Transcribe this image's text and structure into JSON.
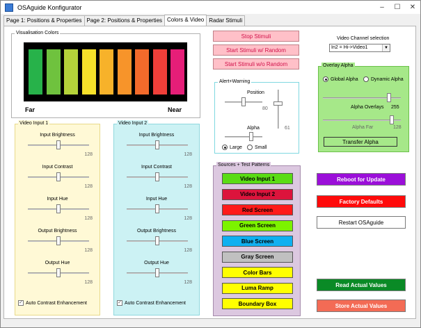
{
  "window": {
    "title": "OSAguide Konfigurator",
    "minimize": "–",
    "maximize": "☐",
    "close": "✕"
  },
  "tabs": [
    "Page 1: Positions & Properties",
    "Page 2: Positions & Properties",
    "Colors & Video",
    "Radar Stimuli"
  ],
  "visualisation": {
    "legend": "Visualisation Colors",
    "far": "Far",
    "near": "Near",
    "colors": [
      "#27b24a",
      "#6fc23e",
      "#b5d33a",
      "#f6e12a",
      "#f7b22a",
      "#f7942a",
      "#f36a2b",
      "#ef3f39",
      "#e61e78"
    ]
  },
  "video_input_1": {
    "legend": "Video Input 1",
    "sliders": [
      {
        "label": "Input Brightness",
        "value": "128",
        "level": 0.5
      },
      {
        "label": "Input Contrast",
        "value": "128",
        "level": 0.5
      },
      {
        "label": "Input Hue",
        "value": "128",
        "level": 0.5
      },
      {
        "label": "Output Brightness",
        "value": "128",
        "level": 0.5
      },
      {
        "label": "Output Hue",
        "value": "128",
        "level": 0.5
      }
    ],
    "auto_contrast": "Auto Contrast Enhancement"
  },
  "video_input_2": {
    "legend": "Video Input 2",
    "sliders": [
      {
        "label": "Input Brightness",
        "value": "128",
        "level": 0.5
      },
      {
        "label": "Input Contrast",
        "value": "128",
        "level": 0.5
      },
      {
        "label": "Input Hue",
        "value": "128",
        "level": 0.5
      },
      {
        "label": "Output Brightness",
        "value": "128",
        "level": 0.5
      },
      {
        "label": "Output Hue",
        "value": "128",
        "level": 0.5
      }
    ],
    "auto_contrast": "Auto Contrast Enhancement"
  },
  "stimuli_buttons": {
    "stop": "Stop Stimuli",
    "start_random": "Start Stimuli w/ Random",
    "start_no_random": "Start Stimuli w/o Random"
  },
  "alert": {
    "legend": "Alert+Warning",
    "position_label": "Position",
    "position_value": "80",
    "alpha_label": "Alpha",
    "alpha_value": "61",
    "large": "Large",
    "small": "Small",
    "selected": "large"
  },
  "sources": {
    "legend": "Sources + Test Patterns",
    "buttons": [
      {
        "label": "Video Input 1",
        "color": "#5adc14"
      },
      {
        "label": "Video Input 2",
        "color": "#dc143c"
      },
      {
        "label": "Red Screen",
        "color": "#ff1a1a"
      },
      {
        "label": "Green Screen",
        "color": "#7cf300"
      },
      {
        "label": "Blue Screen",
        "color": "#0fb0f0"
      },
      {
        "label": "Gray Screen",
        "color": "#c0c0c0"
      },
      {
        "label": "Color Bars",
        "color": "#ffff00"
      },
      {
        "label": "Luma Ramp",
        "color": "#ffff00"
      },
      {
        "label": "Boundary Box",
        "color": "#ffff00"
      }
    ]
  },
  "video_channel": {
    "label": "Video Channel selection",
    "selected": "In2 = Hi->Video1"
  },
  "overlay": {
    "legend": "Overlay Alpha",
    "global": "Global Alpha",
    "dynamic": "Dynamic Alpha",
    "alpha_overlays_label": "Alpha Overlays",
    "alpha_overlays_value": "255",
    "alpha_far_label": "Alpha Far",
    "alpha_far_value": "128",
    "transfer": "Transfer Alpha"
  },
  "actions": {
    "reboot": "Reboot for Update",
    "factory": "Factory Defaults",
    "restart": "Restart OSAguide",
    "read": "Read Actual Values",
    "store": "Store Actual Values"
  }
}
